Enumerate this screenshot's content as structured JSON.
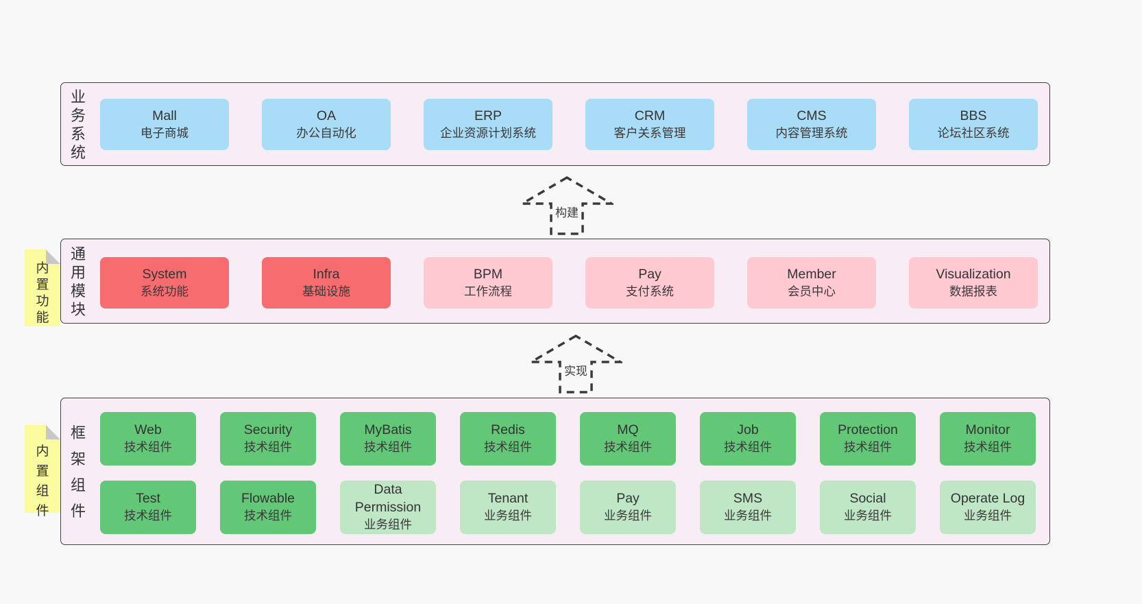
{
  "colors": {
    "page_bg": "#f8f8f8",
    "band_bg": "#f8edf5",
    "band_border": "#404040",
    "blue": "#a9dcf6",
    "red": "#f76c6e",
    "pink": "#ffc9d2",
    "green": "#62c878",
    "green_light": "#bfe7c6",
    "sticky_yellow": "#fafa9e",
    "fold_gray": "#c8c8c8",
    "text": "#373737"
  },
  "bands": [
    {
      "label": "业务系统",
      "boxes": [
        {
          "name": "Mall",
          "desc": "电子商城",
          "variant": "blue"
        },
        {
          "name": "OA",
          "desc": "办公自动化",
          "variant": "blue"
        },
        {
          "name": "ERP",
          "desc": "企业资源计划系统",
          "variant": "blue"
        },
        {
          "name": "CRM",
          "desc": "客户关系管理",
          "variant": "blue"
        },
        {
          "name": "CMS",
          "desc": "内容管理系统",
          "variant": "blue"
        },
        {
          "name": "BBS",
          "desc": "论坛社区系统",
          "variant": "blue"
        }
      ]
    },
    {
      "label": "通用模块",
      "sticky": "内置功能",
      "boxes": [
        {
          "name": "System",
          "desc": "系统功能",
          "variant": "red"
        },
        {
          "name": "Infra",
          "desc": "基础设施",
          "variant": "red"
        },
        {
          "name": "BPM",
          "desc": "工作流程",
          "variant": "pink"
        },
        {
          "name": "Pay",
          "desc": "支付系统",
          "variant": "pink"
        },
        {
          "name": "Member",
          "desc": "会员中心",
          "variant": "pink"
        },
        {
          "name": "Visualization",
          "desc": "数据报表",
          "variant": "pink"
        }
      ]
    },
    {
      "label": "框架组件",
      "sticky": "内置组件",
      "rows": [
        [
          {
            "name": "Web",
            "desc": "技术组件",
            "variant": "green"
          },
          {
            "name": "Security",
            "desc": "技术组件",
            "variant": "green"
          },
          {
            "name": "MyBatis",
            "desc": "技术组件",
            "variant": "green"
          },
          {
            "name": "Redis",
            "desc": "技术组件",
            "variant": "green"
          },
          {
            "name": "MQ",
            "desc": "技术组件",
            "variant": "green"
          },
          {
            "name": "Job",
            "desc": "技术组件",
            "variant": "green"
          },
          {
            "name": "Protection",
            "desc": "技术组件",
            "variant": "green"
          },
          {
            "name": "Monitor",
            "desc": "技术组件",
            "variant": "green"
          }
        ],
        [
          {
            "name": "Test",
            "desc": "技术组件",
            "variant": "green"
          },
          {
            "name": "Flowable",
            "desc": "技术组件",
            "variant": "green"
          },
          {
            "name": "Data Permission",
            "desc": "业务组件",
            "variant": "greenlight"
          },
          {
            "name": "Tenant",
            "desc": "业务组件",
            "variant": "greenlight"
          },
          {
            "name": "Pay",
            "desc": "业务组件",
            "variant": "greenlight"
          },
          {
            "name": "SMS",
            "desc": "业务组件",
            "variant": "greenlight"
          },
          {
            "name": "Social",
            "desc": "业务组件",
            "variant": "greenlight"
          },
          {
            "name": "Operate Log",
            "desc": "业务组件",
            "variant": "greenlight"
          }
        ]
      ]
    }
  ],
  "arrows": [
    {
      "label": "构建"
    },
    {
      "label": "实现"
    }
  ]
}
